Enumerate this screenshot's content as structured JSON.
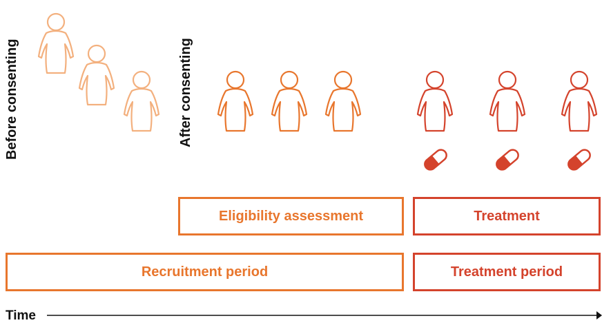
{
  "labels": {
    "before_consenting": "Before consenting",
    "after_consenting": "After consenting",
    "time": "Time"
  },
  "boxes": {
    "eligibility": "Eligibility assessment",
    "treatment": "Treatment",
    "recruitment_period": "Recruitment period",
    "treatment_period": "Treatment period"
  },
  "colors": {
    "before": "#f3b07e",
    "after": "#e8762d",
    "treatment": "#d4432c",
    "text": "#111111"
  },
  "icons": {
    "person": "person-outline-icon",
    "pill": "pill-capsule-icon"
  }
}
